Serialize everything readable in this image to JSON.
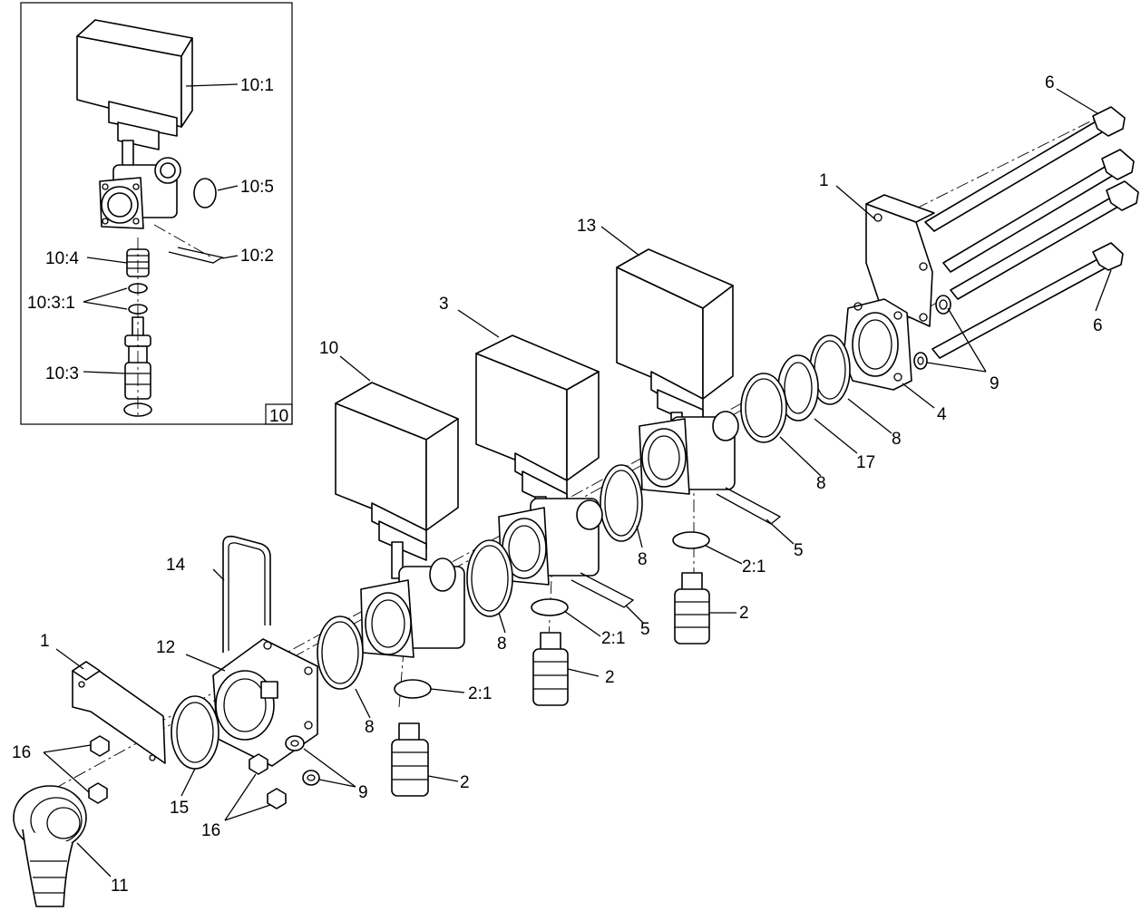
{
  "callouts": {
    "c_10_1": "10:1",
    "c_10_5": "10:5",
    "c_10_4": "10:4",
    "c_10_2": "10:2",
    "c_10_3_1": "10:3:1",
    "c_10_3": "10:3",
    "c_inset": "10",
    "c_6_top": "6",
    "c_6_right": "6",
    "c_1_right": "1",
    "c_13": "13",
    "c_3": "3",
    "c_10": "10",
    "c_9_right": "9",
    "c_4": "4",
    "c_8_a": "8",
    "c_17": "17",
    "c_8_b": "8",
    "c_8_c": "8",
    "c_5_a": "5",
    "c_2_1_a": "2:1",
    "c_2_a": "2",
    "c_14": "14",
    "c_2_1_b": "2:1",
    "c_5_b": "5",
    "c_8_d": "8",
    "c_2_b": "2",
    "c_1_left": "1",
    "c_12": "12",
    "c_2_1_c": "2:1",
    "c_8_e": "8",
    "c_16_a": "16",
    "c_2_c": "2",
    "c_15": "15",
    "c_9_left": "9",
    "c_16_b": "16",
    "c_11": "11"
  }
}
